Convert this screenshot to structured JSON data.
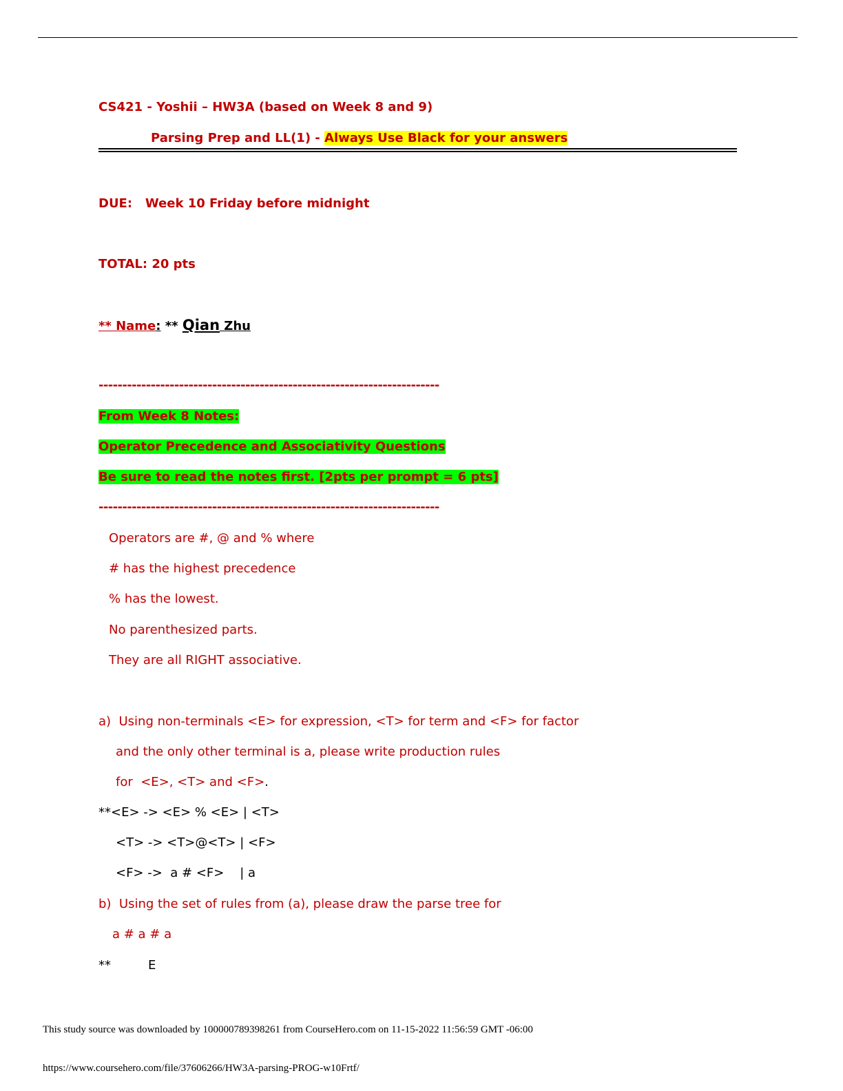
{
  "header": {
    "title": "CS421 - Yoshii – HW3A (based on Week 8 and 9)",
    "subtitle_prefix": "Parsing Prep and LL(1) - ",
    "subtitle_highlight": "Always Use Black for your answers"
  },
  "due": "DUE:   Week 10 Friday before midnight",
  "total": "TOTAL: 20 pts",
  "name": {
    "label": "** Name",
    "colon": ":",
    "stars": " ** ",
    "first": "Qian",
    "last": " Zhu"
  },
  "divider": "------------------------------------------------------------------------",
  "notes": {
    "heading1": "From Week 8 Notes:",
    "heading2": "Operator Precedence and Associativity Questions",
    "heading3": "Be sure to read the notes first. [2pts per prompt = 6 pts]"
  },
  "operators": [
    "Operators are #, @ and % where",
    "# has the highest precedence",
    "% has the lowest.",
    "No parenthesized parts.",
    "They are all RIGHT associative."
  ],
  "question_a": {
    "line1": "a)  Using non-terminals <E> for expression, <T> for term and <F> for factor",
    "line2": "and the only other terminal is a, please write production rules",
    "line3": "for  <E>, <T> and <F>",
    "line3_end": "."
  },
  "answer_a": [
    "**<E> -> <E> % <E> | <T>",
    "<T> -> <T>@<T> | <F>",
    "<F> ->  a # <F>    | a"
  ],
  "question_b": {
    "line1": "b)  Using the set of rules from (a), please draw the parse tree for",
    "line2": "a # a # a"
  },
  "answer_b": {
    "stars": "**",
    "node": "E"
  },
  "footer": {
    "source": "This study source was downloaded by 100000789398261 from CourseHero.com on 11-15-2022 11:56:59 GMT -06:00",
    "url": "https://www.coursehero.com/file/37606266/HW3A-parsing-PROG-w10Frtf/"
  }
}
